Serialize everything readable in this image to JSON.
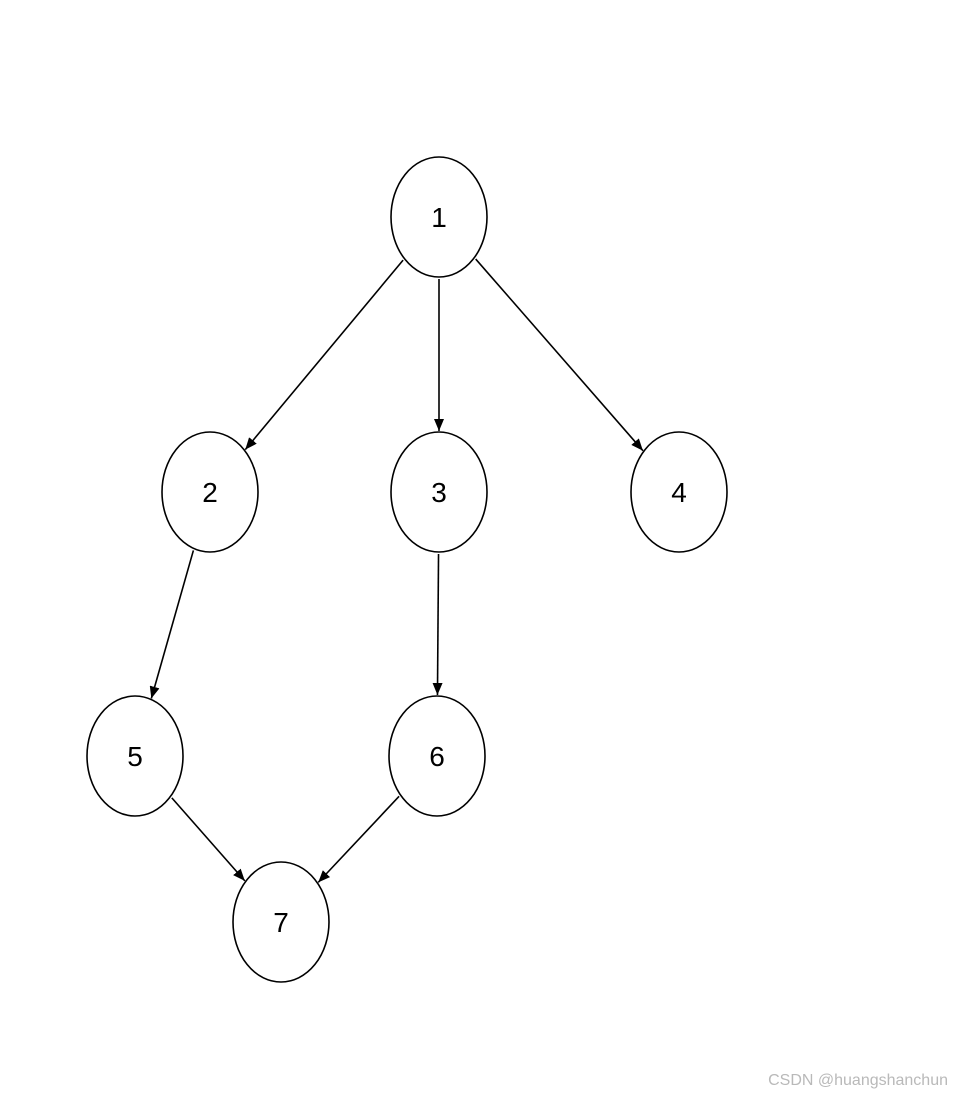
{
  "diagram": {
    "nodes": [
      {
        "id": "1",
        "label": "1"
      },
      {
        "id": "2",
        "label": "2"
      },
      {
        "id": "3",
        "label": "3"
      },
      {
        "id": "4",
        "label": "4"
      },
      {
        "id": "5",
        "label": "5"
      },
      {
        "id": "6",
        "label": "6"
      },
      {
        "id": "7",
        "label": "7"
      }
    ],
    "edges": [
      {
        "from": "1",
        "to": "2"
      },
      {
        "from": "1",
        "to": "3"
      },
      {
        "from": "1",
        "to": "4"
      },
      {
        "from": "2",
        "to": "5"
      },
      {
        "from": "3",
        "to": "6"
      },
      {
        "from": "5",
        "to": "7"
      },
      {
        "from": "6",
        "to": "7"
      }
    ]
  },
  "watermark": "CSDN @huangshanchun"
}
